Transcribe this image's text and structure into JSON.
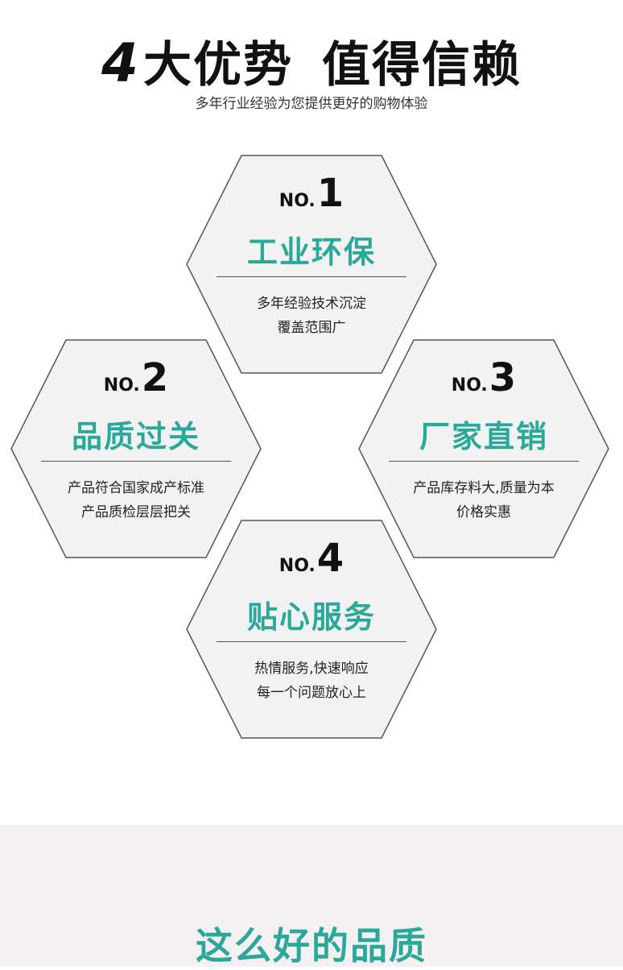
{
  "header": {
    "title_number": "4",
    "title_part1": "大优势",
    "title_part2": "值得信赖",
    "subtitle": "多年行业经验为您提供更好的购物体验"
  },
  "advantages": [
    {
      "prefix": "NO.",
      "number": "1",
      "name": "工业环保",
      "line1": "多年经验技术沉淀",
      "line2": "覆盖范围广"
    },
    {
      "prefix": "NO.",
      "number": "2",
      "name": "品质过关",
      "line1": "产品符合国家成产标准",
      "line2": "产品质检层层把关"
    },
    {
      "prefix": "NO.",
      "number": "3",
      "name": "厂家直销",
      "line1": "产品库存料大,质量为本",
      "line2": "价格实惠"
    },
    {
      "prefix": "NO.",
      "number": "4",
      "name": "贴心服务",
      "line1": "热情服务,快速响应",
      "line2": "每一个问题放心上"
    }
  ],
  "footer": {
    "heading": "这么好的品质"
  },
  "colors": {
    "accent": "#2aa89a",
    "hex_fill": "#f2f2f2",
    "hex_stroke": "#555555"
  }
}
